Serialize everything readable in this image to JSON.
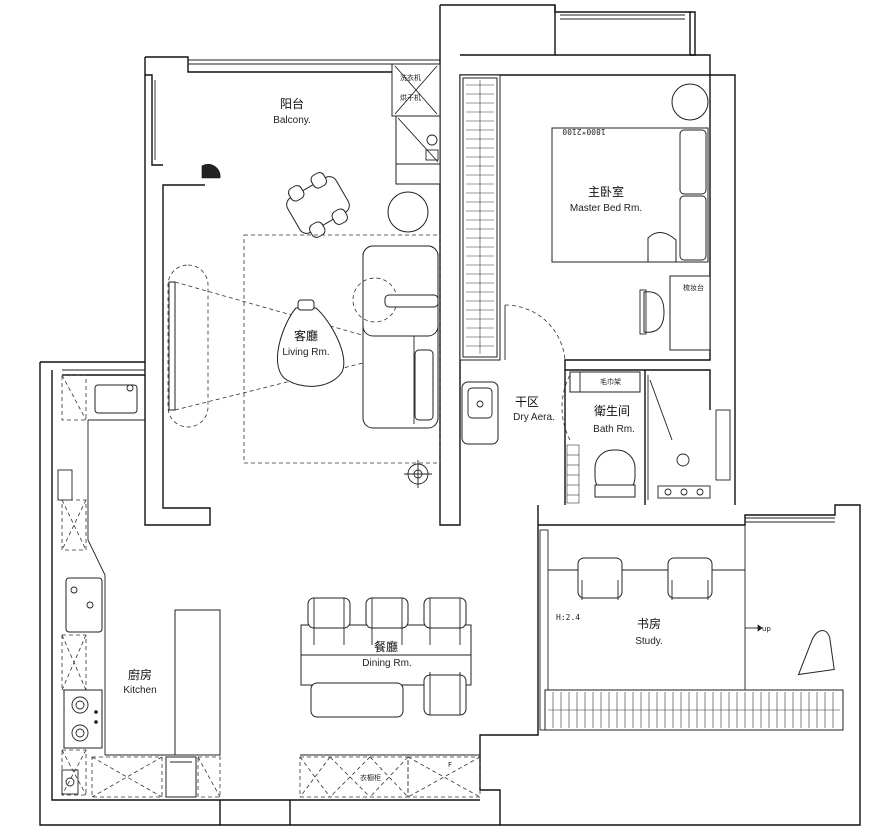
{
  "rooms": {
    "balcony": {
      "cn": "阳台",
      "en": "Balcony."
    },
    "living": {
      "cn": "客廳",
      "en": "Living Rm."
    },
    "master_bed": {
      "cn": "主卧室",
      "en": "Master Bed Rm."
    },
    "dry_area": {
      "cn": "干区",
      "en": "Dry Aera."
    },
    "bath": {
      "cn": "衛生间",
      "en": "Bath Rm."
    },
    "dining": {
      "cn": "餐廳",
      "en": "Dining Rm."
    },
    "kitchen": {
      "cn": "廚房",
      "en": "Kitchen"
    },
    "study": {
      "cn": "书房",
      "en": "Study."
    }
  },
  "labels": {
    "bed_size": "1800*2100",
    "vanity": "梳妆台",
    "towel_rack": "毛巾架",
    "wardrobe": "衣橱柜",
    "height": "H:2.4",
    "up": "up",
    "fridge": "F",
    "washer": "洗衣机",
    "dryer": "烘干机"
  }
}
